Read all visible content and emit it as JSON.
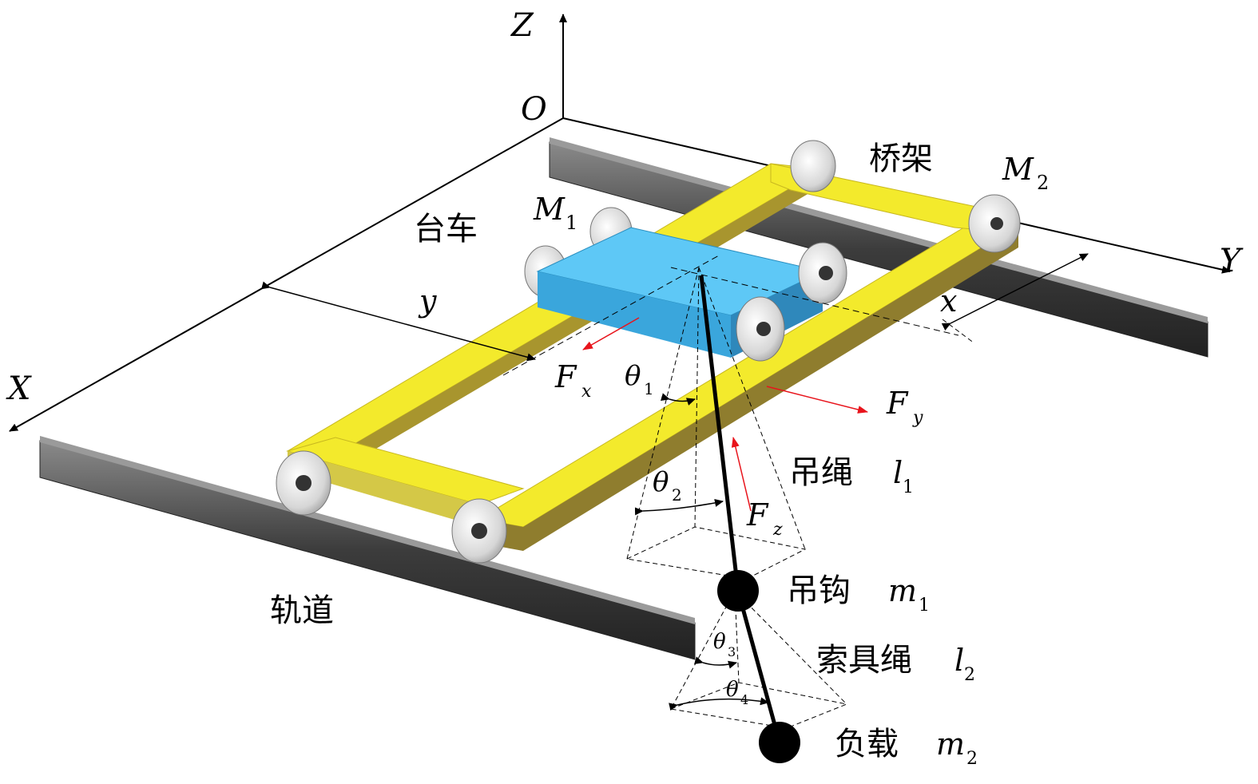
{
  "axes": {
    "z": "Z",
    "origin": "O",
    "y": "Y",
    "x": "X"
  },
  "components": {
    "trolley": "台车",
    "bridge": "桥架",
    "rail": "轨道",
    "hoist_rope": "吊绳",
    "hook": "吊钩",
    "rigging_rope": "索具绳",
    "payload": "负载"
  },
  "symbols": {
    "M1": "M",
    "M1_sub": "1",
    "M2": "M",
    "M2_sub": "2",
    "y_dist": "y",
    "x_dist": "x",
    "Fx": "F",
    "Fx_sub": "x",
    "Fy": "F",
    "Fy_sub": "y",
    "Fz": "F",
    "Fz_sub": "z",
    "theta1": "θ",
    "theta1_sub": "1",
    "theta2": "θ",
    "theta2_sub": "2",
    "theta3": "θ",
    "theta3_sub": "3",
    "theta4": "θ",
    "theta4_sub": "4",
    "l1": "l",
    "l1_sub": "1",
    "l2": "l",
    "l2_sub": "2",
    "m1": "m",
    "m1_sub": "1",
    "m2": "m",
    "m2_sub": "2"
  },
  "colors": {
    "bridge_top": "#f3ea2c",
    "bridge_side": "#8f7d2e",
    "trolley": "#3cb4ef",
    "rail": "#4a4a4a",
    "force_arrow": "#e8141c"
  }
}
